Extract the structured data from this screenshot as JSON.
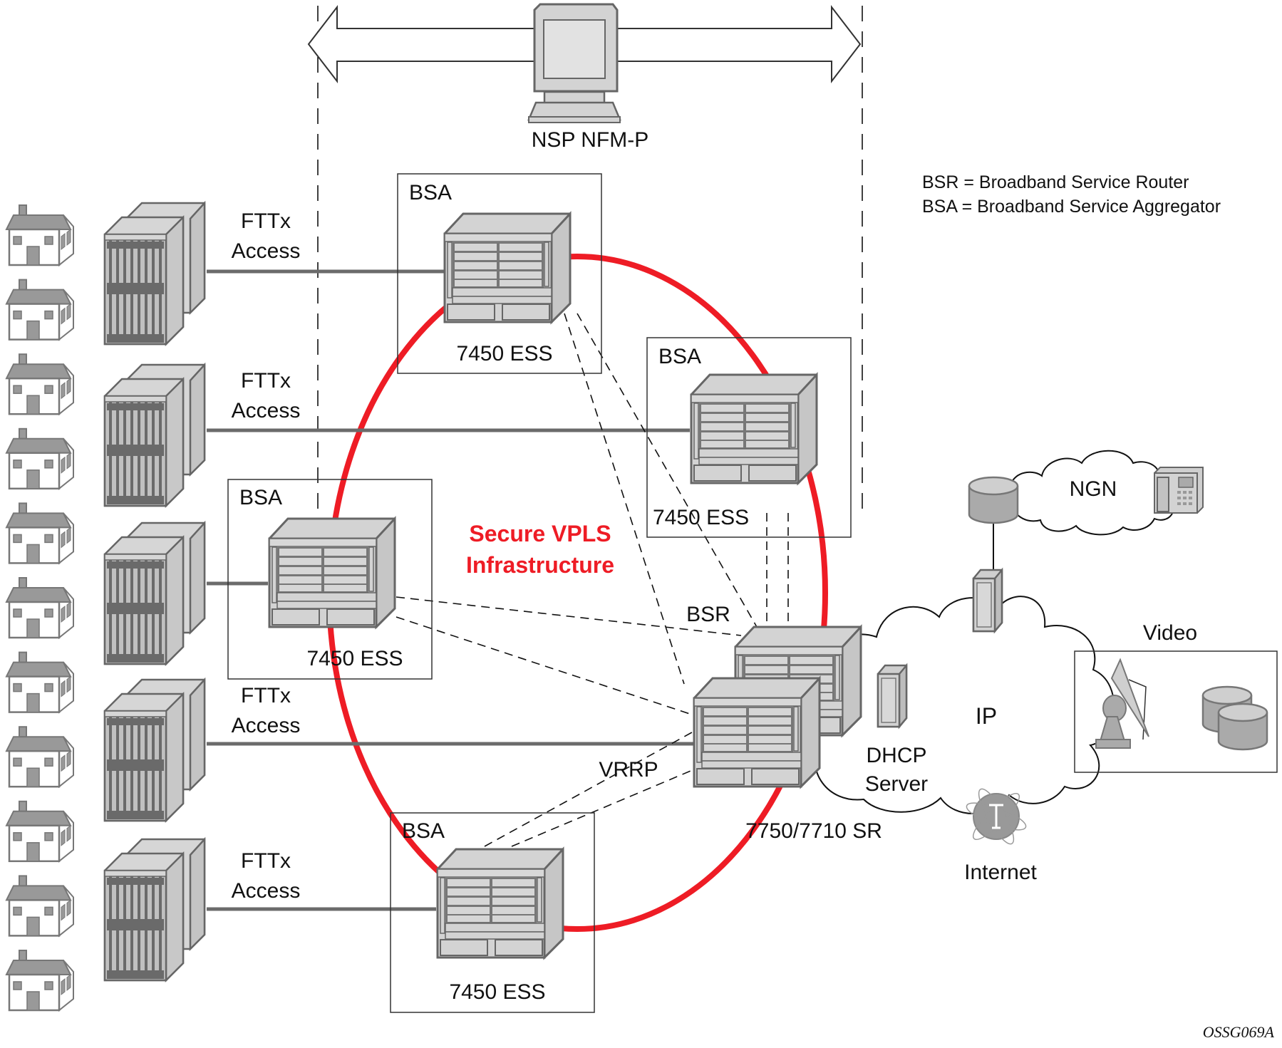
{
  "diagram": {
    "management": {
      "label": "NSP NFM-P",
      "icon": "workstation-icon"
    },
    "legend": [
      "BSR = Broadband Service Router",
      "BSA = Broadband Service Aggregator"
    ],
    "ring": {
      "title_line1": "Secure VPLS",
      "title_line2": "Infrastructure",
      "color": "#ee1c25"
    },
    "bsa_nodes": [
      {
        "box_label": "BSA",
        "device_label": "7450 ESS"
      },
      {
        "box_label": "BSA",
        "device_label": "7450 ESS"
      },
      {
        "box_label": "BSA",
        "device_label": "7450 ESS"
      },
      {
        "box_label": "BSA",
        "device_label": "7450 ESS"
      }
    ],
    "access_groups": [
      {
        "line1": "FTTx",
        "line2": "Access"
      },
      {
        "line1": "FTTx",
        "line2": "Access"
      },
      {
        "line1": "FTTx",
        "line2": "Access"
      },
      {
        "line1": "FTTx",
        "line2": "Access"
      }
    ],
    "house_count": 11,
    "bsr": {
      "label": "BSR",
      "device_label": "7750/7710 SR",
      "redundancy_label": "VRRP"
    },
    "dhcp": {
      "line1": "DHCP",
      "line2": "Server"
    },
    "clouds": {
      "ip": "IP",
      "ngn": "NGN",
      "internet": "Internet"
    },
    "video": {
      "label": "Video"
    },
    "figure_id": "OSSG069A",
    "colors": {
      "device_fill": "#d3d3d3",
      "device_stroke": "#666666",
      "link": "#6b6b6b",
      "ring": "#ee1c25"
    }
  }
}
